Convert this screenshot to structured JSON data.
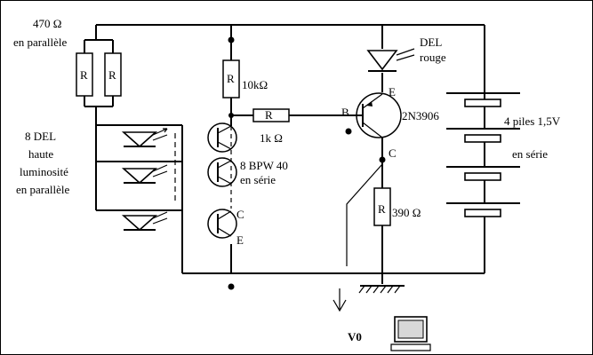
{
  "labels": {
    "res_parallel_value": "470 Ω",
    "res_parallel_note": "en parallèle",
    "res_r1": "R",
    "res_r2": "R",
    "res_10k_symbol": "R",
    "res_10k_value": "10kΩ",
    "res_1k_symbol": "R",
    "res_1k_value": "1k Ω",
    "res_390_symbol": "R",
    "res_390_value": "390 Ω",
    "led_group_line1": "8 DEL",
    "led_group_line2": "haute",
    "led_group_line3": "luminosité",
    "led_group_line4": "en parallèle",
    "red_led_line1": "DEL",
    "red_led_line2": "rouge",
    "phototransistor_line1": "8 BPW 40",
    "phototransistor_line2": "en série",
    "photo_c": "C",
    "photo_e": "E",
    "tr_b": "B",
    "tr_e": "E",
    "tr_c": "C",
    "tr_model": "2N3906",
    "battery_line1": "4 piles 1,5V",
    "battery_line2": "en série",
    "output_label": "V0"
  },
  "colors": {
    "line": "#000000",
    "background": "#ffffff",
    "screen": "#d8d8d8"
  },
  "icons": [
    "resistor-icon",
    "led-icon",
    "phototransistor-icon",
    "pnp-transistor-icon",
    "battery-icon",
    "ground-icon",
    "computer-icon",
    "voltage-arrow-icon"
  ]
}
